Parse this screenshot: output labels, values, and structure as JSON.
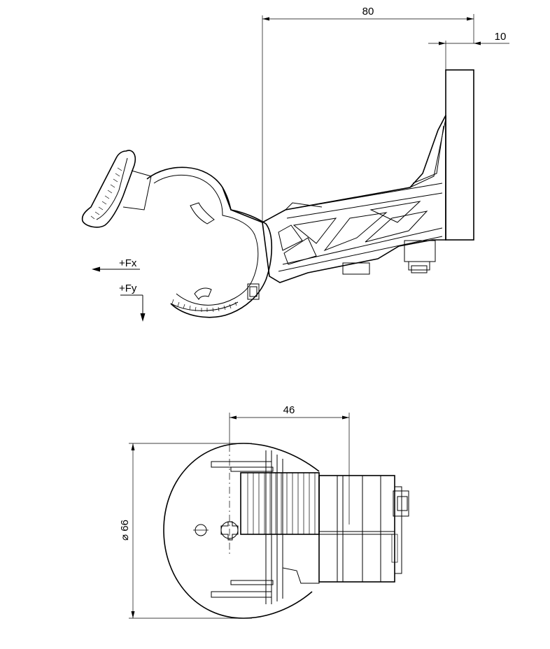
{
  "dimensions": {
    "top_width": "80",
    "top_offset": "10",
    "bottom_width": "46",
    "bottom_diameter": "⌀ 66"
  },
  "forces": {
    "fx_label": "+Fx",
    "fy_label": "+Fy"
  },
  "colors": {
    "line": "#000000",
    "background": "#ffffff"
  }
}
